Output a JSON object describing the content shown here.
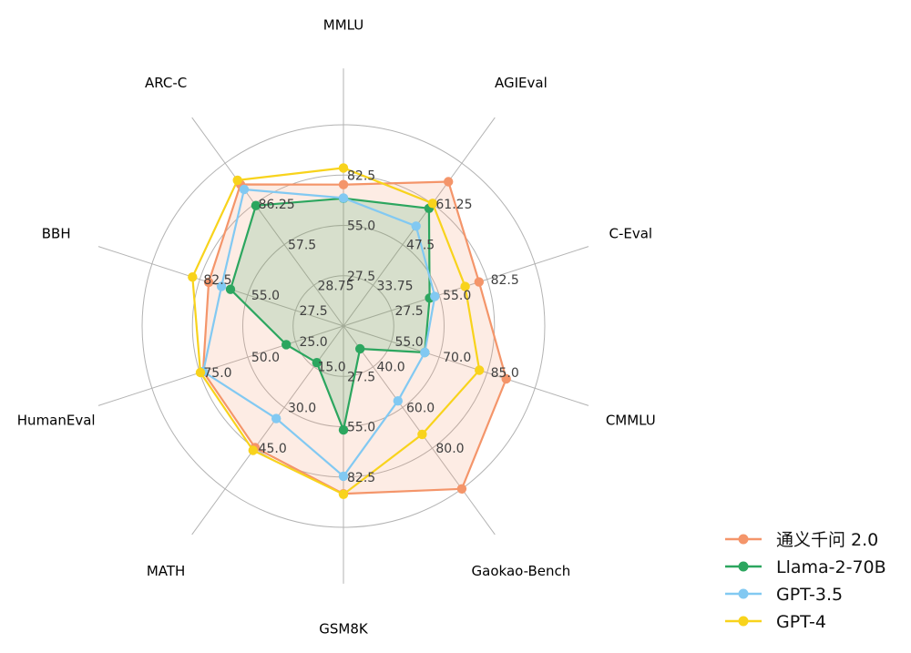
{
  "chart_data": {
    "type": "radar",
    "axes": [
      "MMLU",
      "AGIEval",
      "C-Eval",
      "CMMLU",
      "Gaokao-Bench",
      "GSM8K",
      "MATH",
      "HumanEval",
      "BBH",
      "ARC-C"
    ],
    "axis_ticks": [
      [
        "27.5",
        "55.0",
        "82.5"
      ],
      [
        "33.75",
        "47.5",
        "61.25"
      ],
      [
        "27.5",
        "55.0",
        "82.5"
      ],
      [
        "55.0",
        "70.0",
        "85.0"
      ],
      [
        "40.0",
        "60.0",
        "80.0"
      ],
      [
        "27.5",
        "55.0",
        "82.5"
      ],
      [
        "15.0",
        "30.0",
        "45.0"
      ],
      [
        "25.0",
        "50.0",
        "75.0"
      ],
      [
        "27.5",
        "55.0",
        "82.5"
      ],
      [
        "28.75",
        "57.5",
        "86.25"
      ]
    ],
    "axis_max": [
      110,
      75,
      110,
      100,
      100,
      110,
      60,
      100,
      110,
      115
    ],
    "series": [
      {
        "name": "通义千问 2.0",
        "color": "#f4956a",
        "fill": true,
        "values": [
          77.3,
          66.5,
          77.9,
          85.0,
          100.0,
          91.7,
          44.8,
          73.3,
          77.4,
          100.0
        ]
      },
      {
        "name": "Llama-2-70B",
        "color": "#2ca65f",
        "fill": true,
        "values": [
          69.8,
          54.2,
          49.5,
          42.5,
          14.0,
          56.8,
          13.5,
          29.9,
          64.9,
          85.1
        ]
      },
      {
        "name": "GPT-3.5",
        "color": "#82c9f2",
        "fill": false,
        "values": [
          70.0,
          46.0,
          52.5,
          42.5,
          46.0,
          82.1,
          34.1,
          73.2,
          70.1,
          96.5
        ]
      },
      {
        "name": "GPT-4",
        "color": "#f8d31c",
        "fill": false,
        "values": [
          86.4,
          56.5,
          69.9,
          71.0,
          66.5,
          92.0,
          45.8,
          74.7,
          86.7,
          103.0
        ]
      }
    ]
  }
}
